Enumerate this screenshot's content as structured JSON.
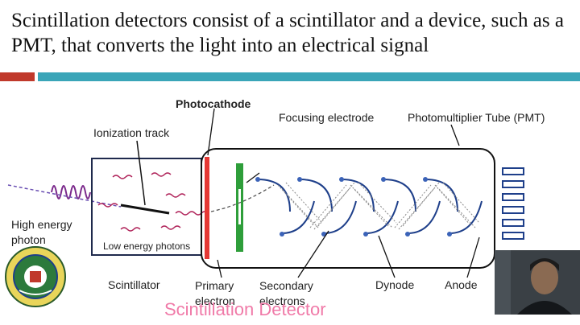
{
  "slide": {
    "title": "Scintillation detectors consist of a scintillator and  a device, such as a PMT, that converts the light  into an electrical signal"
  },
  "diagram": {
    "photocathode": "Photocathode",
    "focusing_electrode": "Focusing electrode",
    "pmt": "Photomultiplier Tube (PMT)",
    "ionization_track": "Ionization track",
    "high_energy_photon": "High energy photon",
    "low_energy_photons": "Low energy photons",
    "scintillator": "Scintillator",
    "primary_electron": "Primary electron",
    "secondary_electrons": "Secondary electrons",
    "dynode": "Dynode",
    "anode": "Anode"
  },
  "watermark": "Scintillation Detector",
  "colors": {
    "accent_red": "#c0392b",
    "accent_teal": "#3aa5b8",
    "photocathode": "#e53935",
    "focusing": "#2e9e3a",
    "box_stroke": "#1f2a4d",
    "wave": "#b0245a",
    "dynode": "#1e3f8a",
    "watermark": "#f07aa8"
  },
  "icons": {
    "logo": "college-seal-logo",
    "webcam": "presenter-webcam"
  }
}
